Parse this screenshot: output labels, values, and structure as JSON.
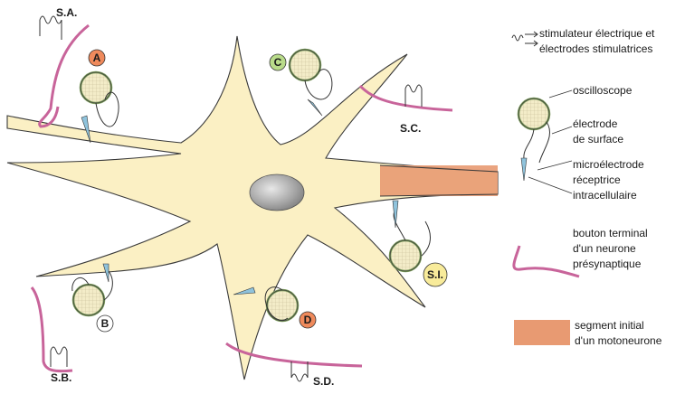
{
  "stimulators": {
    "sa": "S.A.",
    "sb": "S.B.",
    "sc": "S.C.",
    "sd": "S.D.",
    "si": "S.I."
  },
  "recording_sites": {
    "a": "A",
    "b": "B",
    "c": "C",
    "d": "D"
  },
  "legend": {
    "stimulator_line1": "stimulateur électrique et",
    "stimulator_line2": "électrodes stimulatrices",
    "oscilloscope": "oscilloscope",
    "surface_line1": "électrode",
    "surface_line2": "de surface",
    "micro_line1": "microélectrode",
    "micro_line2": "réceptrice",
    "micro_line3": "intracellulaire",
    "bouton_line1": "bouton terminal",
    "bouton_line2": "d'un neurone",
    "bouton_line3": "présynaptique",
    "segment_line1": "segment initial",
    "segment_line2": "d'un motoneurone"
  },
  "colors": {
    "neuron_fill": "#fbf0c4",
    "initial_segment": "#e89a72",
    "presynaptic": "#c8649a",
    "oscilloscope_ring": "#7a9a5a",
    "electrode": "#8fc3dc",
    "circle_a": "#ef8a5c",
    "circle_b": "#ffffff",
    "circle_c": "#b9dc8a",
    "circle_d": "#ef8a5c",
    "circle_si": "#f8eb9a"
  },
  "icons": {
    "stimulator": "coil-stimulator-icon",
    "oscilloscope": "oscilloscope-icon",
    "electrode": "electrode-icon"
  }
}
